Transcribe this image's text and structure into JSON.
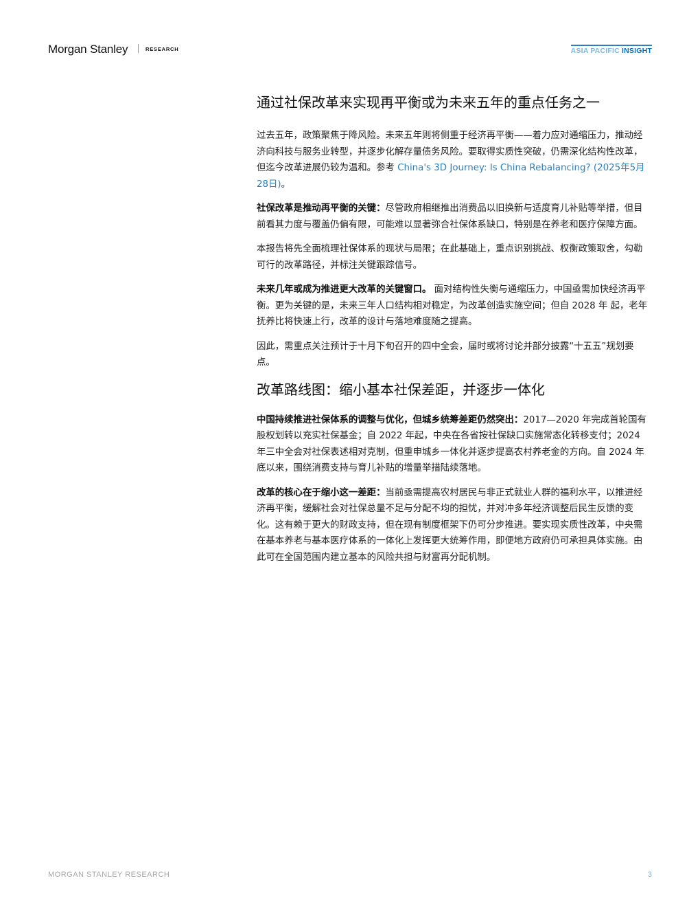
{
  "header": {
    "brand": "Morgan Stanley",
    "research": "RESEARCH",
    "series_prefix": "ASIA PACIFIC",
    "series_suffix": "INSIGHT"
  },
  "section1": {
    "title": "通过社保改革来实现再平衡或为未来五年的重点任务之一",
    "p1_text": "过去五年，政策聚焦于降风险。未来五年则将侧重于经济再平衡——着力应对通缩压力，推动经济向科技与服务业转型，并逐步化解存量债务风险。要取得实质性突破，仍需深化结构性改革，但迄今改革进展仍较为温和。参考 ",
    "p1_link": "China's 3D Journey: Is China Rebalancing? (2025年5月28日)",
    "p1_end": "。",
    "p2_bold": "社保改革是推动再平衡的关键：",
    "p2_text": "尽管政府相继推出消费品以旧换新与适度育儿补贴等举措，但目前看其力度与覆盖仍偏有限，可能难以显著弥合社保体系缺口，特别是在养老和医疗保障方面。",
    "p3_text": "本报告将先全面梳理社保体系的现状与局限；在此基础上，重点识别挑战、权衡政策取舍，勾勒可行的改革路径，并标注关键跟踪信号。",
    "p4_bold": "未来几年或成为推进更大改革的关键窗口。",
    "p4_text": " 面对结构性失衡与通缩压力，中国亟需加快经济再平衡。更为关键的是，未来三年人口结构相对稳定，为改革创造实施空间；但自 2028 年 起，老年抚养比将快速上行，改革的设计与落地难度随之提高。",
    "p5_text": "因此，需重点关注预计于十月下旬召开的四中全会，届时或将讨论并部分披露“十五五”规划要点。"
  },
  "section2": {
    "title": "改革路线图：缩小基本社保差距，并逐步一体化",
    "p1_bold": "中国持续推进社保体系的调整与优化，但城乡统筹差距仍然突出：",
    "p1_text": "2017—2020 年完成首轮国有股权划转以充实社保基金；自 2022 年起，中央在各省按社保缺口实施常态化转移支付；2024 年三中全会对社保表述相对克制，但重申城乡一体化并逐步提高农村养老金的方向。自 2024 年底以来，围绕消费支持与育儿补贴的增量举措陆续落地。",
    "p2_bold": "改革的核心在于缩小这一差距：",
    "p2_text": "当前亟需提高农村居民与非正式就业人群的福利水平，以推进经济再平衡，缓解社会对社保总量不足与分配不均的担忧，并对冲多年经济调整后民生反馈的变化。这有赖于更大的财政支持，但在现有制度框架下仍可分步推进。要实现实质性改革，中央需在基本养老与基本医疗体系的一体化上发挥更大统筹作用，即便地方政府仍可承担具体实施。由此可在全国范围内建立基本的风险共担与财富再分配机制。"
  },
  "footer": {
    "left": "MORGAN STANLEY RESEARCH",
    "page": "3"
  }
}
